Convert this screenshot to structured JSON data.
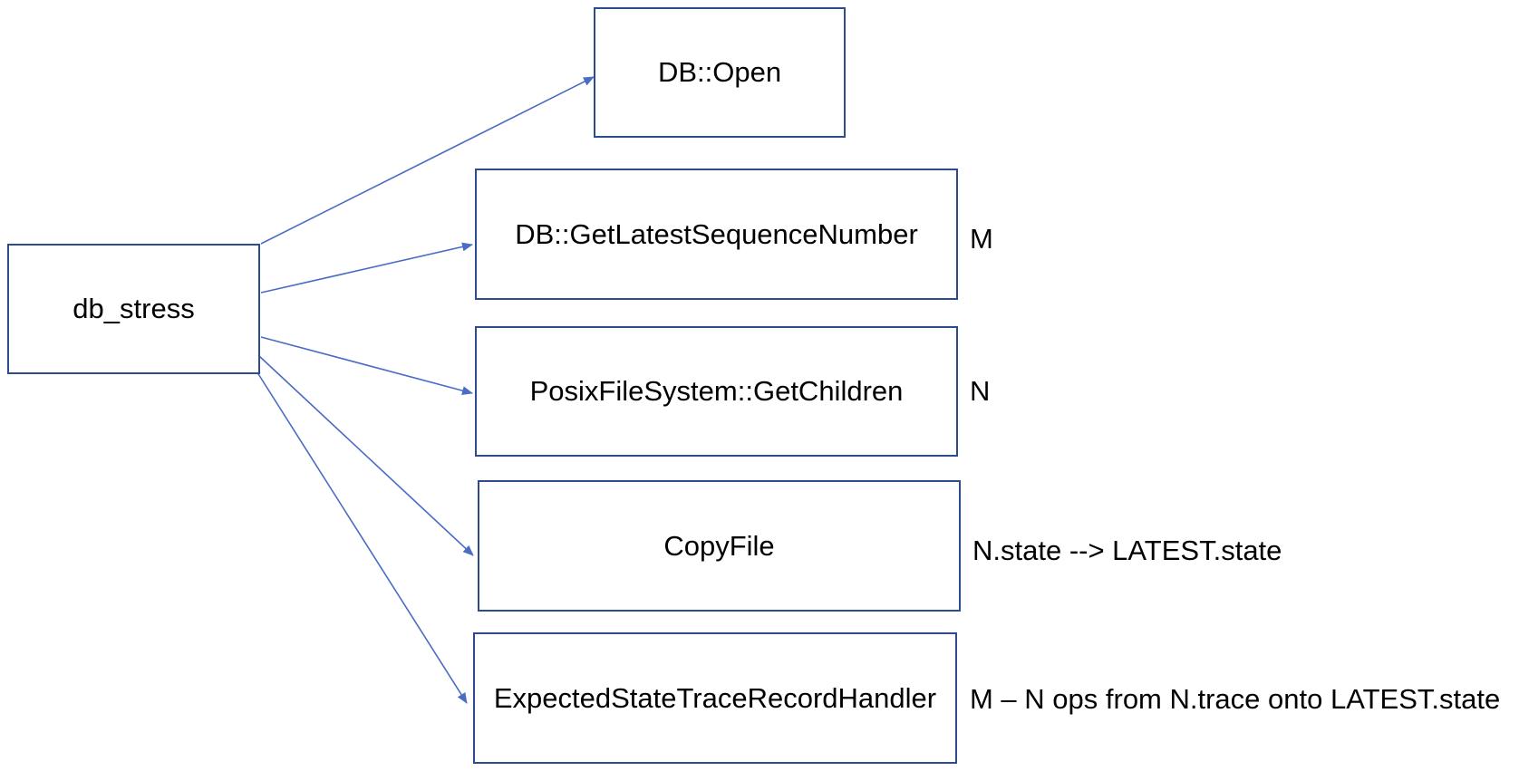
{
  "diagram": {
    "source_node": {
      "label": "db_stress"
    },
    "nodes": [
      {
        "id": "open",
        "label": "DB::Open"
      },
      {
        "id": "seq",
        "label": "DB::GetLatestSequenceNumber"
      },
      {
        "id": "children",
        "label": "PosixFileSystem::GetChildren"
      },
      {
        "id": "copy",
        "label": "CopyFile"
      },
      {
        "id": "handler",
        "label": "ExpectedStateTraceRecordHandler"
      }
    ],
    "annotations": {
      "seq": "M",
      "children": "N",
      "copy": "N.state --> LATEST.state",
      "handler": "M – N ops from N.trace onto LATEST.state"
    },
    "colors": {
      "box_border": "#2f4b8f",
      "arrow": "#4a6cc4",
      "text": "#000000",
      "background": "#ffffff"
    }
  }
}
